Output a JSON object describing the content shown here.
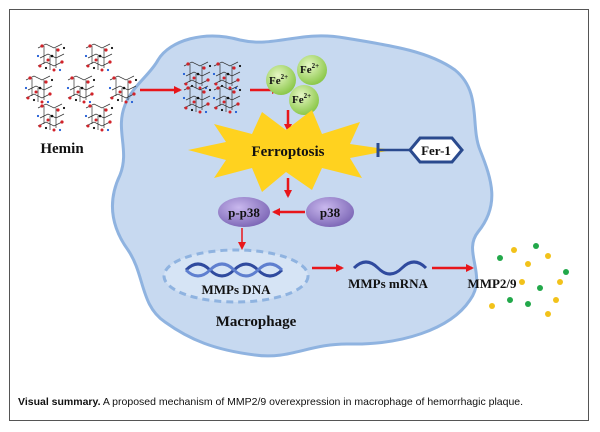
{
  "labels": {
    "hemin": "Hemin",
    "fe": "Fe",
    "fe_charge": "2+",
    "ferroptosis": "Ferroptosis",
    "fer1": "Fer-1",
    "pp38": "p-p38",
    "p38": "p38",
    "mmps_dna": "MMPs DNA",
    "mmps_mrna": "MMPs mRNA",
    "mmp29": "MMP2/9",
    "macrophage": "Macrophage"
  },
  "caption": {
    "bold": "Visual summary.",
    "text": " A proposed mechanism of MMP2/9 overexpression in macrophage of hemorrhagic plaque."
  },
  "colors": {
    "cell_fill": "#c7d9f0",
    "cell_stroke": "#8fb3e0",
    "arrow": "#e8161b",
    "star_fill": "#ffd21f",
    "fe_fill": "#a8d86a",
    "p38_fill": "#9a86c9",
    "dna": "#2f4a9e",
    "fer1_stroke": "#2a4a8e",
    "dot_yellow": "#f2c21a",
    "dot_green": "#22a84a"
  }
}
